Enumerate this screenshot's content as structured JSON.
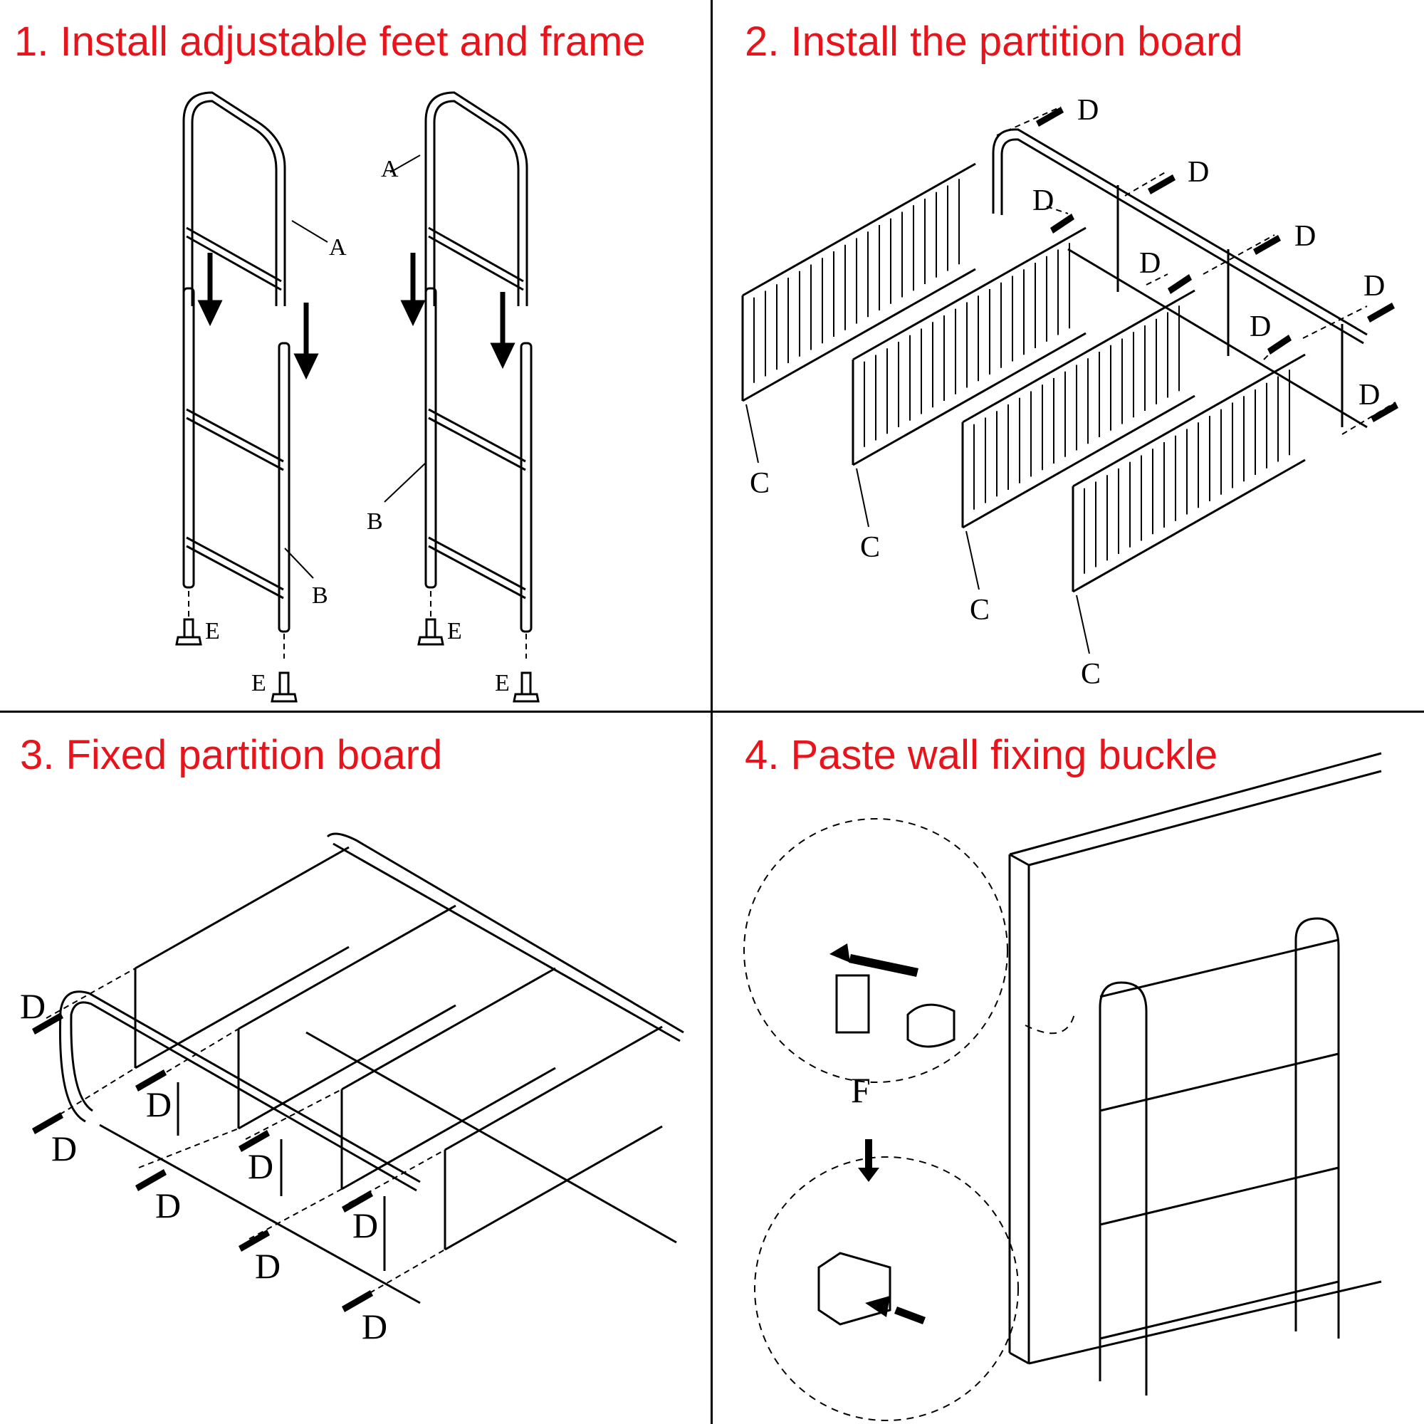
{
  "steps": [
    {
      "title": "1. Install adjustable feet and frame"
    },
    {
      "title": "2. Install the partition board"
    },
    {
      "title": "3. Fixed partition board"
    },
    {
      "title": "4. Paste wall fixing buckle"
    }
  ],
  "part_labels": {
    "a": "A",
    "b": "B",
    "c": "C",
    "d": "D",
    "e": "E",
    "f": "F"
  },
  "colors": {
    "title": "#e8141b",
    "line": "#000000",
    "background": "#ffffff"
  }
}
